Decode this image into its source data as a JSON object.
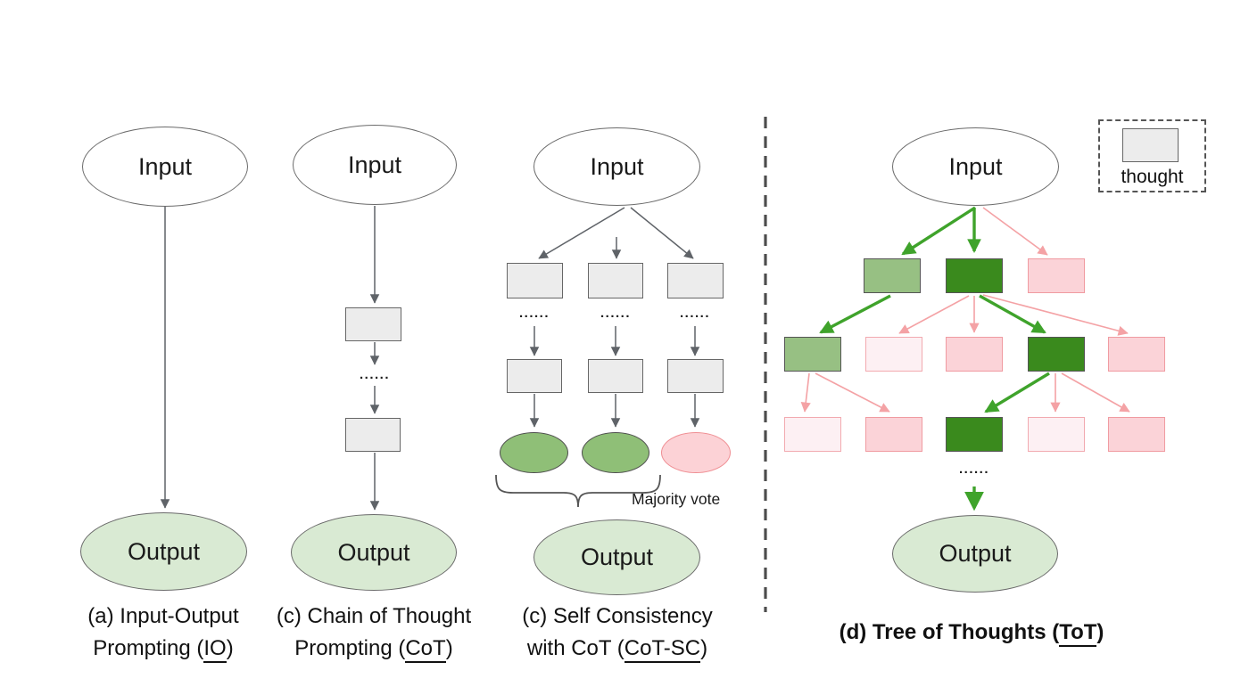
{
  "panels": {
    "io": {
      "input": "Input",
      "output": "Output",
      "caption_line1": "(a) Input-Output",
      "caption_line2_pre": "Prompting (",
      "caption_line2_underlined": "IO",
      "caption_line2_post": ")"
    },
    "cot": {
      "input": "Input",
      "output": "Output",
      "dots": "......",
      "caption_line1": "(c) Chain of Thought",
      "caption_line2_pre": "Prompting (",
      "caption_line2_underlined": "CoT",
      "caption_line2_post": ")"
    },
    "cotsc": {
      "input": "Input",
      "output": "Output",
      "dots1": "......",
      "dots2": "......",
      "dots3": "......",
      "majority_vote_label": "Majority vote",
      "caption_line1": "(c) Self Consistency",
      "caption_line2_pre": "with CoT (",
      "caption_line2_underlined": "CoT-SC",
      "caption_line2_post": ")"
    },
    "tot": {
      "input": "Input",
      "output": "Output",
      "dots": "......",
      "legend_label": "thought",
      "caption_pre": "(d) Tree of Thoughts (",
      "caption_underlined": "ToT",
      "caption_post": ")"
    }
  },
  "colors": {
    "thought_box_fill": "#ececec",
    "thought_box_border": "#666666",
    "output_ellipse_fill": "#d9ead3",
    "node_border": "#6a6a6a",
    "green_mid": "#97c083",
    "green_dark": "#3a8a1d",
    "pink": "#fbd3d8",
    "pink_light": "#fdf0f3",
    "pink_border": "#f09ba1",
    "small_ellipse_green": "#8fbf77",
    "small_ellipse_pink": "#fcd2d6",
    "arrow_green": "#3fa32b",
    "arrow_pink": "#f4a2a5",
    "arrow_gray": "#5f6368",
    "divider": "#4d4d4d"
  }
}
